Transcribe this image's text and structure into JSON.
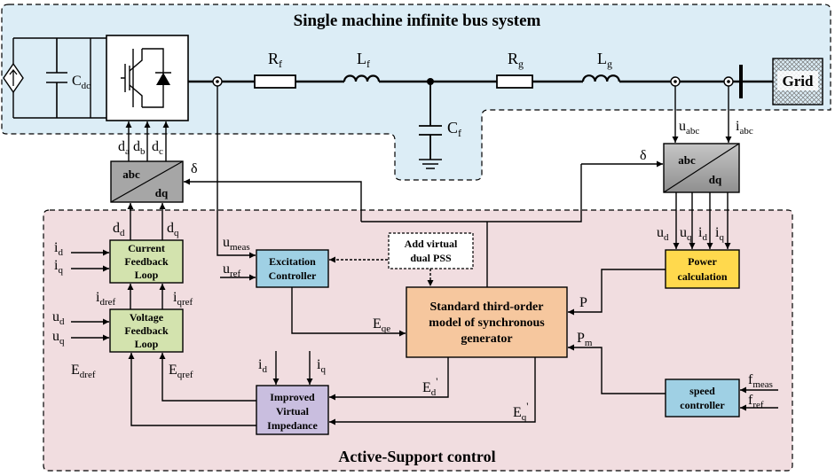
{
  "regions": {
    "power_title": "Single machine infinite bus system",
    "control_title": "Active-Support control"
  },
  "components": {
    "cdc": {
      "main": "C",
      "sub": "dc"
    },
    "rf": {
      "main": "R",
      "sub": "f"
    },
    "lf": {
      "main": "L",
      "sub": "f"
    },
    "cf": {
      "main": "C",
      "sub": "f"
    },
    "rg": {
      "main": "R",
      "sub": "g"
    },
    "lg": {
      "main": "L",
      "sub": "g"
    },
    "grid": "Grid"
  },
  "blocks": {
    "abc_left": {
      "top": "abc",
      "bottom": "dq"
    },
    "abc_right": {
      "top": "abc",
      "bottom": "dq"
    },
    "current_loop": [
      "Current",
      "Feedback",
      "Loop"
    ],
    "voltage_loop": [
      "Voltage",
      "Feedback",
      "Loop"
    ],
    "excitation": [
      "Excitation",
      "Controller"
    ],
    "pss": [
      "Add virtual",
      "dual PSS"
    ],
    "generator": [
      "Standard third-order",
      "model of synchronous",
      "generator"
    ],
    "power_calc": [
      "Power",
      "calculation"
    ],
    "speed_ctrl": [
      "speed",
      "controller"
    ],
    "impedance": [
      "Improved",
      "Virtual",
      "Impedance"
    ]
  },
  "signals": {
    "da": {
      "main": "d",
      "sub": "a"
    },
    "db": {
      "main": "d",
      "sub": "b"
    },
    "dc": {
      "main": "d",
      "sub": "c"
    },
    "delta_left": "δ",
    "delta_right": "δ",
    "dd": {
      "main": "d",
      "sub": "d"
    },
    "dq": {
      "main": "d",
      "sub": "q"
    },
    "id_cl": {
      "main": "i",
      "sub": "d"
    },
    "iq_cl": {
      "main": "i",
      "sub": "q"
    },
    "idref": {
      "main": "i",
      "sub": "dref"
    },
    "iqref": {
      "main": "i",
      "sub": "qref"
    },
    "ud_vl": {
      "main": "u",
      "sub": "d"
    },
    "uq_vl": {
      "main": "u",
      "sub": "q"
    },
    "edref": {
      "main": "E",
      "sub": "dref"
    },
    "eqref": {
      "main": "E",
      "sub": "qref"
    },
    "umeas": {
      "main": "u",
      "sub": "meas"
    },
    "uref": {
      "main": "u",
      "sub": "ref"
    },
    "eqe": {
      "main": "E",
      "sub": "qe"
    },
    "ed_p": {
      "main": "E",
      "sub": "d",
      "prime": "'"
    },
    "eq_p": {
      "main": "E",
      "sub": "q",
      "prime": "'"
    },
    "id_imp": {
      "main": "i",
      "sub": "d"
    },
    "iq_imp": {
      "main": "i",
      "sub": "q"
    },
    "uabc": {
      "main": "u",
      "sub": "abc"
    },
    "iabc": {
      "main": "i",
      "sub": "abc"
    },
    "ud_pc": {
      "main": "u",
      "sub": "d"
    },
    "uq_pc": {
      "main": "u",
      "sub": "q"
    },
    "id_pc": {
      "main": "i",
      "sub": "d"
    },
    "iq_pc": {
      "main": "i",
      "sub": "q"
    },
    "p": "P",
    "pm": {
      "main": "P",
      "sub": "m"
    },
    "fmeas": {
      "main": "f",
      "sub": "meas"
    },
    "fref": {
      "main": "f",
      "sub": "ref"
    }
  },
  "colors": {
    "power_region": "#dcedf6",
    "control_region": "#f1dde0",
    "loop_block": "#d3e3ae",
    "excitation_block": "#9fd0e4",
    "generator_block": "#f6c79e",
    "power_calc_block": "#ffd94d",
    "speed_block": "#9fd0e4",
    "impedance_block": "#c9bedf",
    "transform_block": "#a6a6a6"
  }
}
